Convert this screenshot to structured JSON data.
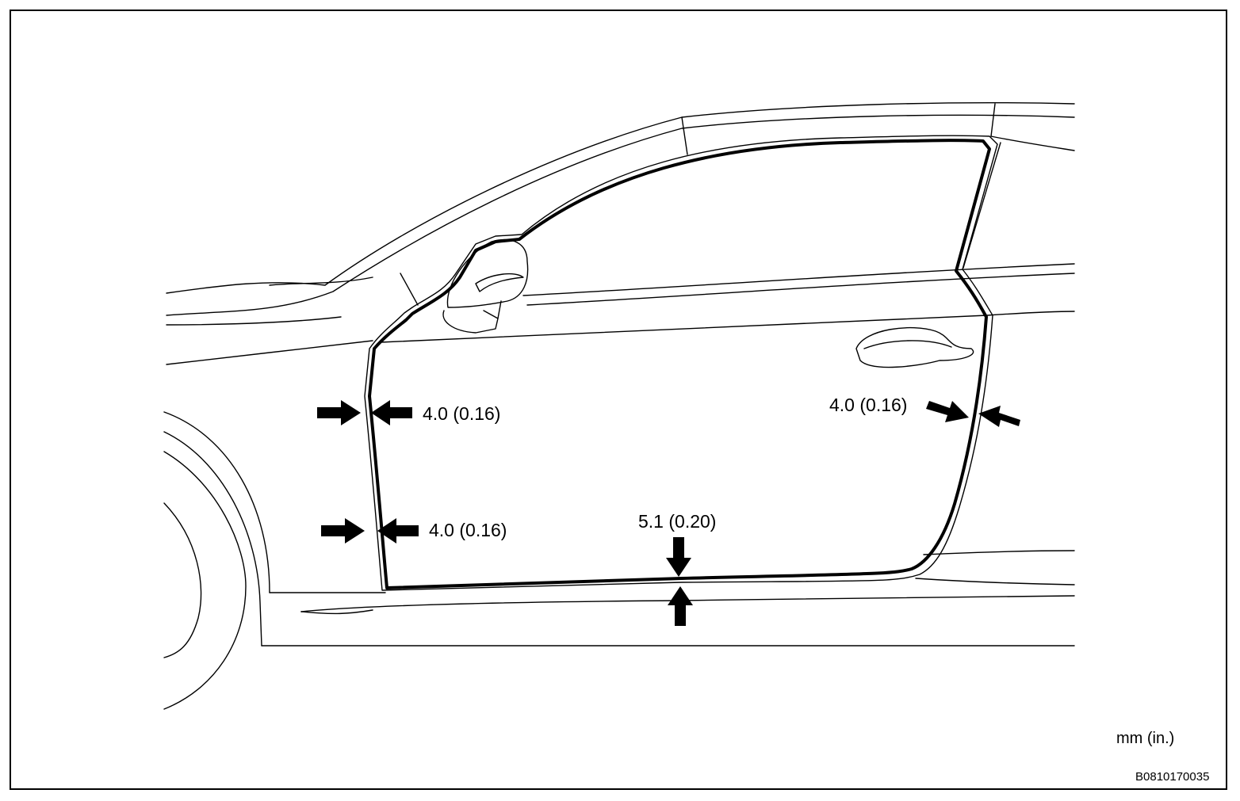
{
  "measurements": {
    "front_upper": "4.0 (0.16)",
    "front_lower": "4.0 (0.16)",
    "rear": "4.0 (0.16)",
    "bottom": "5.1 (0.20)"
  },
  "units_note": "mm (in.)",
  "figure_code": "B0810170035"
}
